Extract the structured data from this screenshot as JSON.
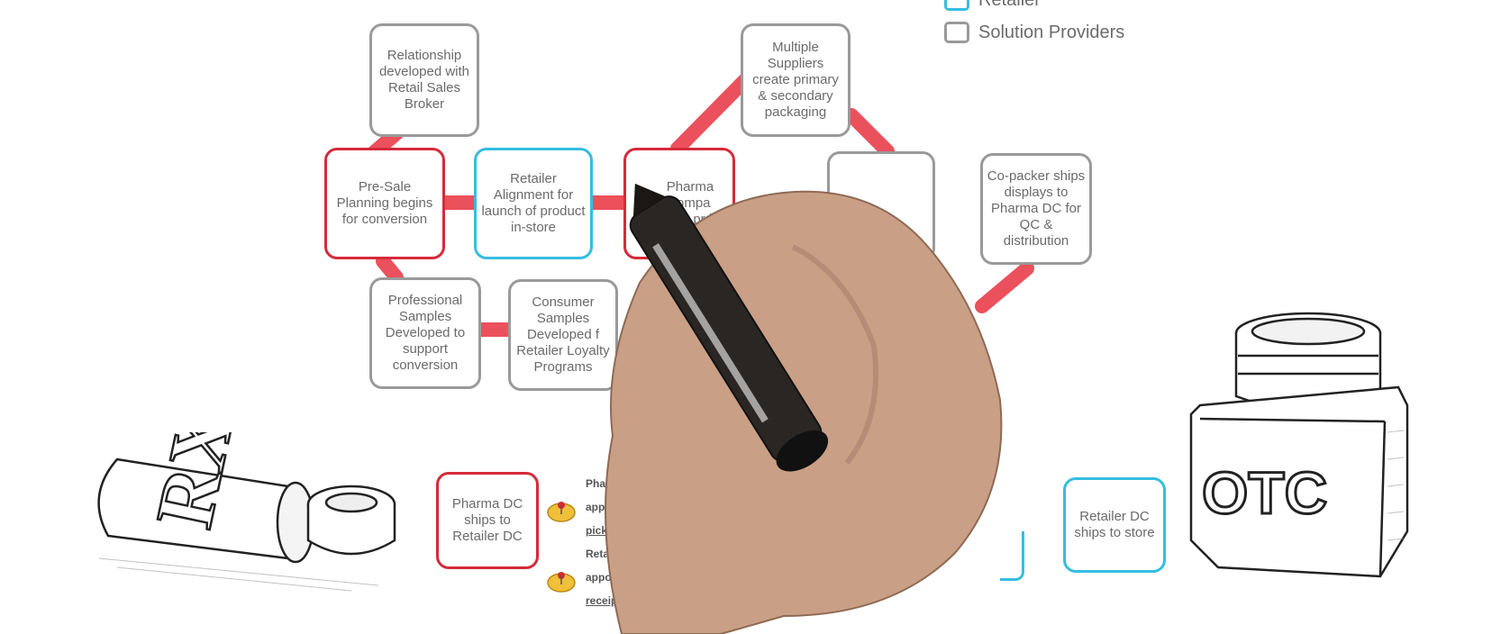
{
  "colors": {
    "pharma": "#d62a3a",
    "retailer": "#35bde0",
    "solution": "#9a9a9a",
    "connector": "#e8323f"
  },
  "legend": {
    "items": [
      {
        "label": "Retailer",
        "color": "#35bde0"
      },
      {
        "label": "Solution Providers",
        "color": "#9a9a9a"
      }
    ]
  },
  "boxes": [
    {
      "id": "relationship",
      "kind": "solution",
      "text": "Relationship developed with Retail Sales Broker"
    },
    {
      "id": "presale",
      "kind": "pharma",
      "text": "Pre-Sale Planning begins for conversion"
    },
    {
      "id": "retailer-alignment",
      "kind": "retailer",
      "text": "Retailer Alignment for launch of product in-store"
    },
    {
      "id": "pharma-builds",
      "kind": "pharma",
      "text": "Pharma compa builds pr inv"
    },
    {
      "id": "multiple-suppliers",
      "kind": "solution",
      "text": "Multiple Suppliers create primary & secondary packaging"
    },
    {
      "id": "hidden-solution",
      "kind": "solution",
      "text": ""
    },
    {
      "id": "copacker",
      "kind": "solution",
      "text": "Co-packer ships displays to Pharma DC for QC & distribution"
    },
    {
      "id": "professional-samples",
      "kind": "solution",
      "text": "Professional Samples Developed to support conversion"
    },
    {
      "id": "consumer-samples",
      "kind": "solution",
      "text": "Consumer Samples Developed f Retailer Loyalty Programs"
    },
    {
      "id": "pharma-dc",
      "kind": "pharma",
      "text": "Pharma DC ships to Retailer DC"
    },
    {
      "id": "retailer-dc",
      "kind": "retailer",
      "text": "Retailer DC ships to store"
    }
  ],
  "notes": [
    {
      "line1": "Pharma",
      "line2": "appoint",
      "link": "pickup",
      "icon": "map-pin-icon"
    },
    {
      "line1": "Retailer DC",
      "line2": "appointment",
      "link": "receipt",
      "icon": "map-pin-icon"
    }
  ],
  "illustrations": {
    "rx_label": "RX",
    "otc_label": "OTC"
  }
}
